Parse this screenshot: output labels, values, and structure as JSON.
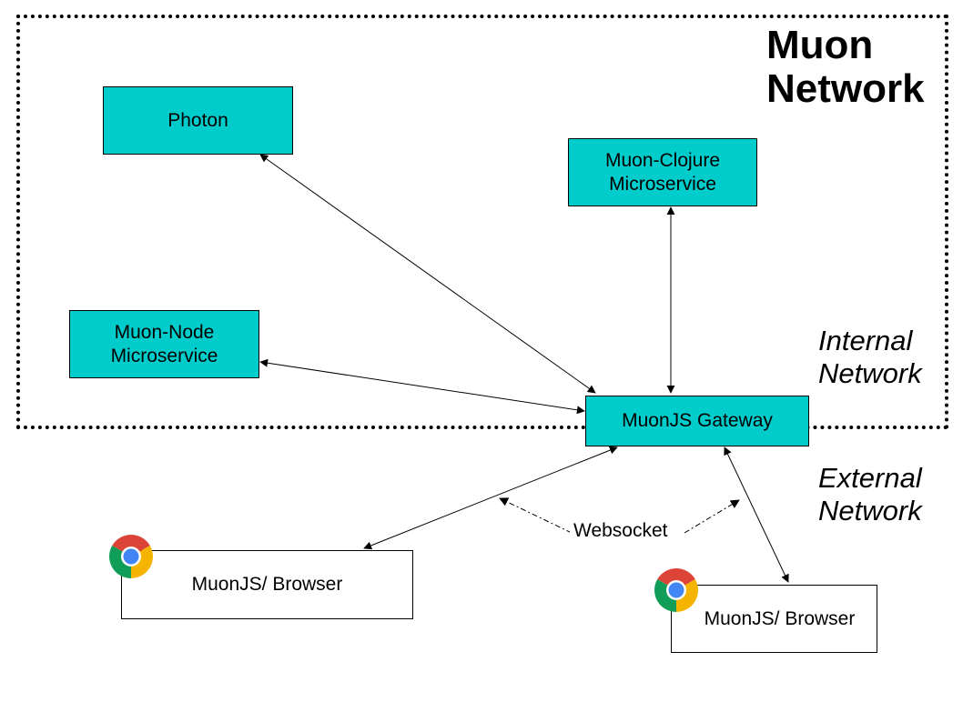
{
  "title": "Muon\nNetwork",
  "zones": {
    "internal": "Internal\nNetwork",
    "external": "External\nNetwork"
  },
  "nodes": {
    "photon": "Photon",
    "clojure": "Muon-Clojure\nMicroservice",
    "node": "Muon-Node\nMicroservice",
    "gateway": "MuonJS Gateway",
    "browser_left": "MuonJS/ Browser",
    "browser_right": "MuonJS/ Browser"
  },
  "edge_labels": {
    "websocket": "Websocket"
  },
  "colors": {
    "service_fill": "#00cccc",
    "client_fill": "#ffffff",
    "chrome_red": "#db4437",
    "chrome_yellow": "#f4b400",
    "chrome_green": "#0f9d58",
    "chrome_blue": "#4285f4"
  },
  "icons": {
    "browser": "chrome-icon"
  }
}
